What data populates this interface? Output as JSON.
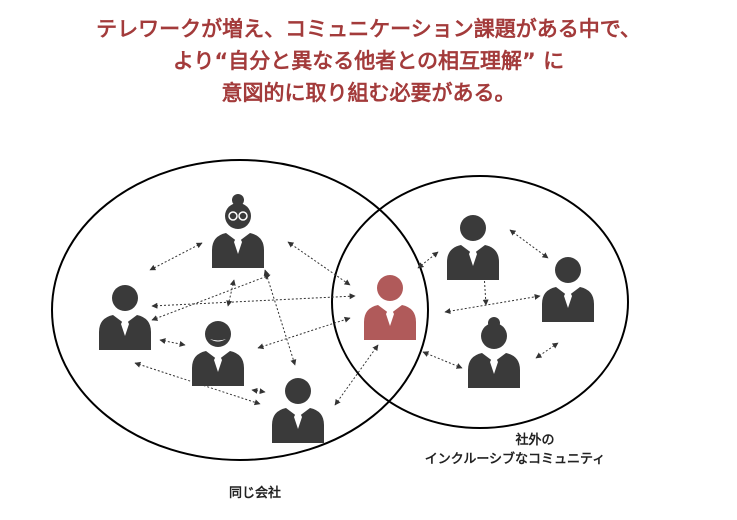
{
  "headline": {
    "line1": "テレワークが増え、コミュニケーション課題がある中で、",
    "line2": "より“自分と異なる他者との相互理解” に",
    "line3": "意図的に取り組む必要がある。"
  },
  "groups": {
    "company_label": "同じ会社",
    "external_label_line1": "社外の",
    "external_label_line2": "インクルーシブなコミュニティ"
  },
  "colors": {
    "headline": "#a33b3b",
    "person": "#3a3a3a",
    "highlight_person": "#b05a5a"
  }
}
